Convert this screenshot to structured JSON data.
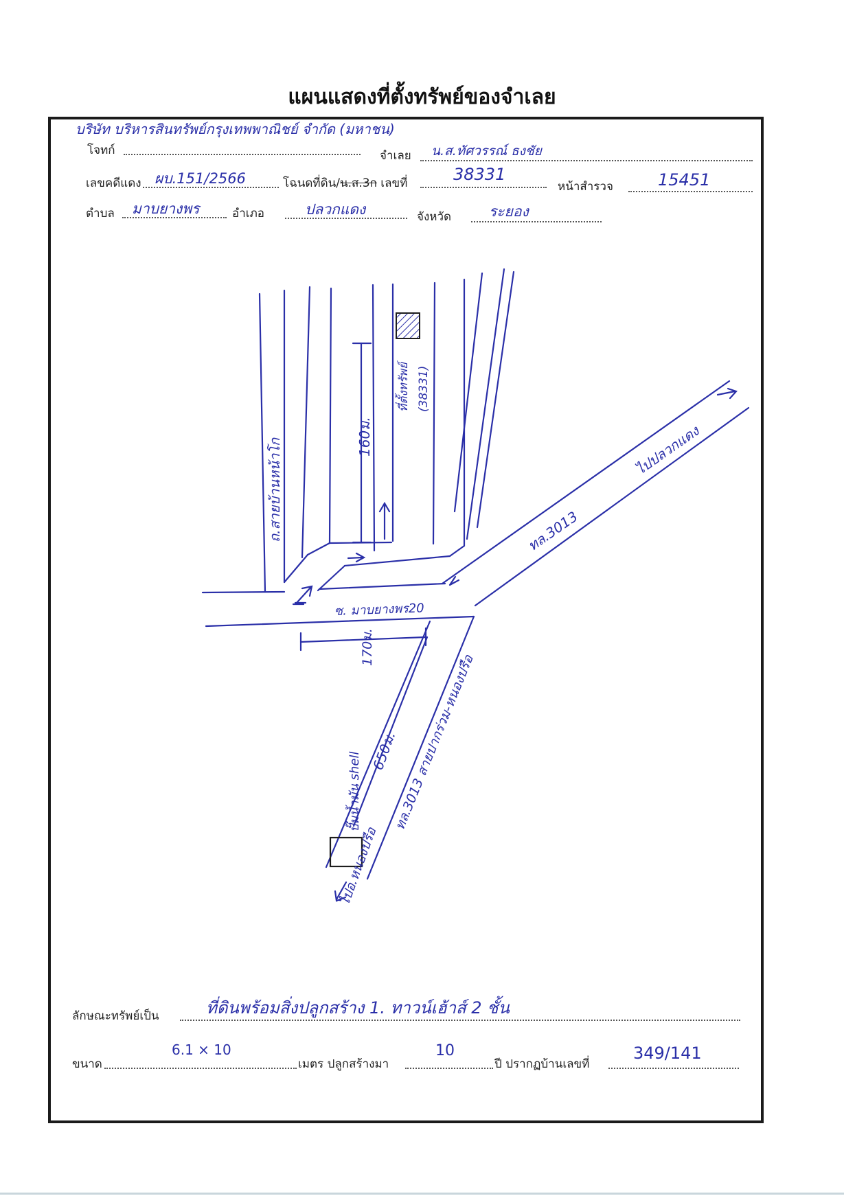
{
  "title": "แผนแสดงที่ตั้งทรัพย์ของจำเลย",
  "header": {
    "plaintiff_value": "บริษัท บริหารสินทรัพย์กรุงเทพพาณิชย์ จำกัด (มหาชน)",
    "plaintiff_label": "โจทก์",
    "defendant_label": "จำเลย",
    "defendant_value": "น.ส.ทัศวรรณ์ ธงชัย",
    "case_label": "เลขคดีแดง",
    "case_value": "ผบ.151/2566",
    "deed_label_prefix": "โฉนดที่ดิน/",
    "deed_label_struck": "น.ส.3ก",
    "deed_label_suffix": " เลขที่",
    "deed_value": "38331",
    "survey_label": "หน้าสำรวจ",
    "survey_value": "15451",
    "subdistrict_label": "ตำบล",
    "subdistrict_value": "มาบยางพร",
    "district_label": "อำเภอ",
    "district_value": "ปลวกแดง",
    "province_label": "จังหวัด",
    "province_value": "ระยอง"
  },
  "map": {
    "road_left_vertical": "ถ.สายบ้านหน้าโก",
    "distance_vertical": "160ม.",
    "property_note_1": "ที่ตั้งทรัพย์",
    "property_note_2": "(38331)",
    "road_to_right": "ไปปลวกแดง",
    "road_3013_upper": "ทล.3013",
    "soi_label": "ซ. มาบยางพร20",
    "distance_horizontal": "170ม.",
    "road_3013_lower": "ทล.3013 สายปากร่วม-หนองปรือ",
    "distance_diagonal": "650ม.",
    "landmark": "ปั๊มน้ำมัน shell",
    "road_to_bottom": "ไปอ.หนองปรือ"
  },
  "footer": {
    "property_type_label": "ลักษณะทรัพย์เป็น",
    "property_type_value": "ที่ดินพร้อมสิ่งปลูกสร้าง 1. ทาวน์เฮ้าส์ 2 ชั้น",
    "size_label": "ขนาด",
    "size_value": "6.1 × 10",
    "meter_built_label": "เมตร ปลูกสร้างมา",
    "years_value": "10",
    "years_label": "ปี ปรากฏบ้านเลขที่",
    "house_number_value": "349/141"
  }
}
